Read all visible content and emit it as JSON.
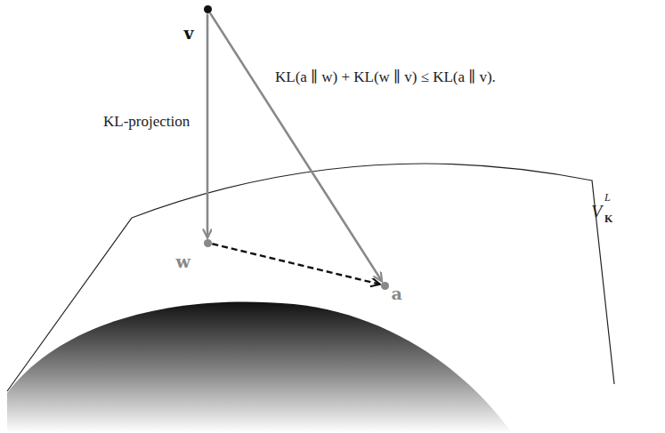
{
  "diagram": {
    "nodes": [
      {
        "text": [
          "v"
        ]
      },
      {
        "text": [
          "w"
        ]
      },
      {
        "text": [
          "a"
        ]
      }
    ],
    "edges": [
      {
        "from": 0,
        "to": 1,
        "arrow": "to"
      },
      {
        "from": 0,
        "to": 2,
        "arrow": "to"
      },
      {
        "from": 1,
        "to": 2,
        "arrow": "to"
      }
    ],
    "labels": [
      "KL(a ∥ w) + KL(w ∥ v) ≤ KL(a ∥ v).",
      "KL-projection",
      "V",
      "L",
      "K"
    ]
  }
}
